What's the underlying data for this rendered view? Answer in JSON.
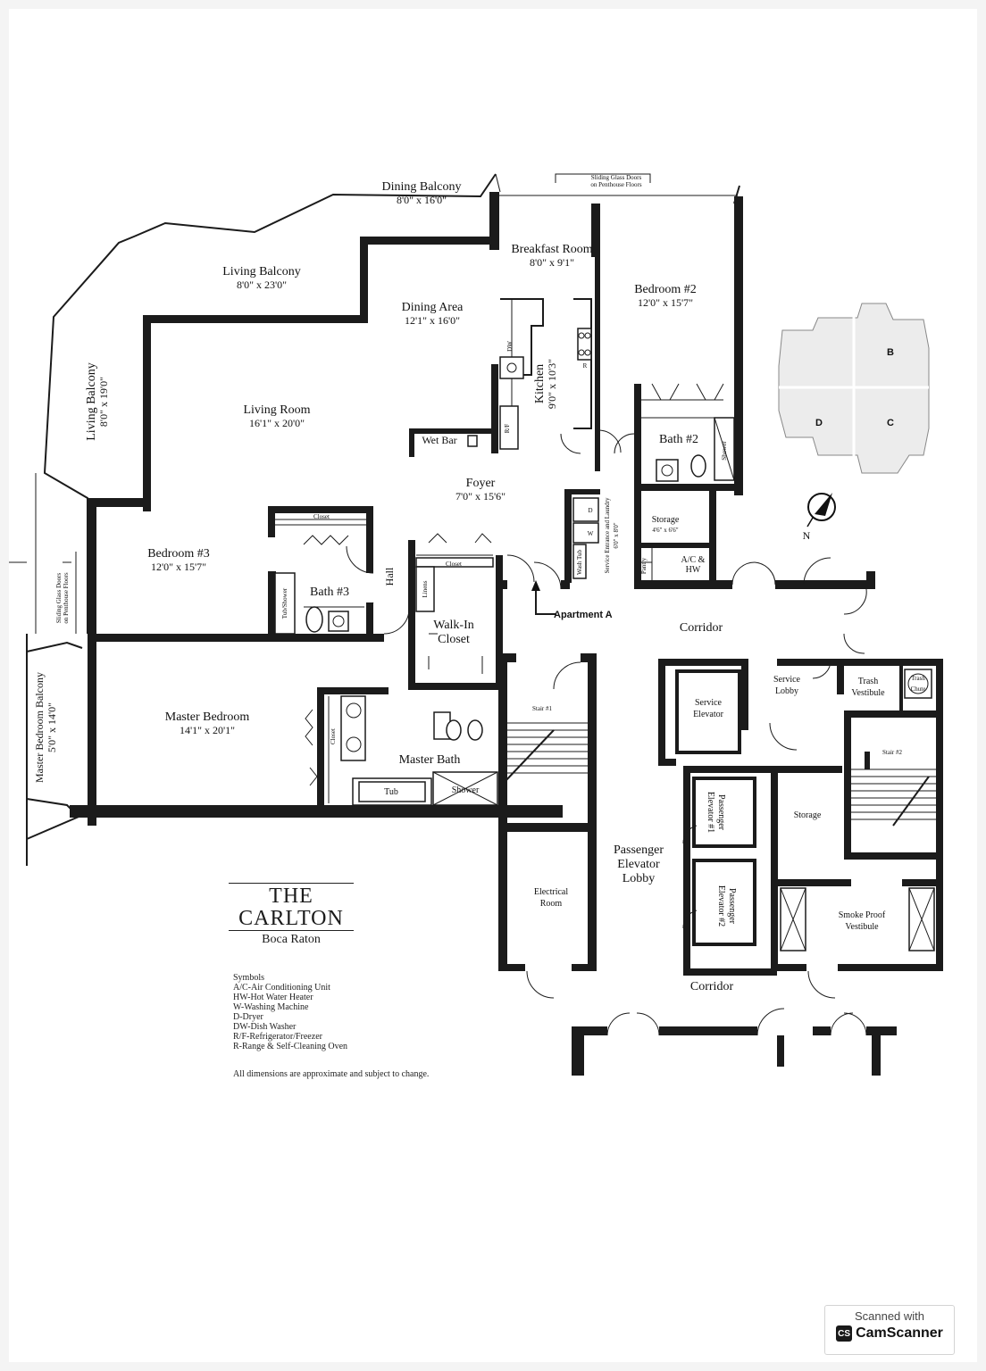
{
  "rooms": {
    "dining_balcony": {
      "name": "Dining Balcony",
      "dims": "8'0\" x 16'0\""
    },
    "living_balcony_top": {
      "name": "Living Balcony",
      "dims": "8'0\" x 23'0\""
    },
    "living_balcony_side": {
      "name": "Living Balcony",
      "dims": "8'0\" x 19'0\""
    },
    "breakfast_room": {
      "name": "Breakfast Room",
      "dims": "8'0\" x 9'1\""
    },
    "dining_area": {
      "name": "Dining Area",
      "dims": "12'1\" x 16'0\""
    },
    "bedroom2": {
      "name": "Bedroom #2",
      "dims": "12'0\" x 15'7\""
    },
    "living_room": {
      "name": "Living Room",
      "dims": "16'1\" x 20'0\""
    },
    "kitchen": {
      "name": "Kitchen",
      "dims": "9'0\" x 10'3\""
    },
    "foyer": {
      "name": "Foyer",
      "dims": "7'0\" x 15'6\""
    },
    "bedroom3": {
      "name": "Bedroom #3",
      "dims": "12'0\" x 15'7\""
    },
    "master_bedroom": {
      "name": "Master Bedroom",
      "dims": "14'1\" x 20'1\""
    },
    "master_balcony": {
      "name": "Master Bedroom Balcony",
      "dims": "5'0\" x 14'0\""
    },
    "storage_small": {
      "name": "Storage",
      "dims": "4'6\" x 6'6\""
    },
    "service_entrance": {
      "name": "Service Entrance and Laundry",
      "dims": "6'0\" x 8'0\""
    }
  },
  "labels": {
    "wet_bar": "Wet Bar",
    "dw": "DW",
    "rf": "R/F",
    "r": "R",
    "bath2": "Bath #2",
    "bath3": "Bath #3",
    "shower": "Shower",
    "closet": "Closet",
    "hall": "Hall",
    "linens": "Linens",
    "walk_in": "Walk-In",
    "walk_in2": "Closet",
    "tub_shower": "Tub/Shower",
    "master_bath": "Master Bath",
    "tub": "Tub",
    "ac_hw": "A/C &",
    "ac_hw2": "HW",
    "pantry": "Pantry",
    "wash": "Wash Tub",
    "w": "W",
    "d": "D",
    "apartment_a": "Apartment A",
    "corridor": "Corridor",
    "corridor2": "Corridor",
    "stair1": "Stair #1",
    "stair2": "Stair #2",
    "service_elevator": "Service",
    "service_elevator2": "Elevator",
    "service_lobby": "Service",
    "service_lobby2": "Lobby",
    "trash_vestibule": "Trash",
    "trash_vestibule2": "Vestibule",
    "trash_chute": "Trash",
    "trash_chute2": "Chute",
    "storage": "Storage",
    "passenger_lobby1": "Passenger",
    "passenger_lobby2": "Elevator",
    "passenger_lobby3": "Lobby",
    "pe1": "Passenger",
    "pe1b": "Elevator #1",
    "pe2": "Passenger",
    "pe2b": "Elevator #2",
    "electrical": "Electrical",
    "electrical2": "Room",
    "smoke1": "Smoke Proof",
    "smoke2": "Vestibule",
    "sliding_top": "Sliding Glass Doors",
    "sliding_top2": "on Penthouse Floors",
    "sliding_left": "Sliding Glass Doors",
    "sliding_left2": "on Penthouse Floors",
    "north": "N"
  },
  "key_plan": {
    "units": [
      "B",
      "D",
      "C"
    ]
  },
  "brand": {
    "line1": "THE",
    "line2": "CARLTON",
    "line3": "Boca Raton"
  },
  "legend": {
    "title": "Symbols",
    "items": [
      "A/C-Air Conditioning Unit",
      "HW-Hot Water Heater",
      "W-Washing Machine",
      "D-Dryer",
      "DW-Dish Washer",
      "R/F-Refrigerator/Freezer",
      "R-Range & Self-Cleaning Oven"
    ],
    "note": "All dimensions are approximate and subject to change."
  },
  "scanner": {
    "line1": "Scanned with",
    "badge": "CS",
    "name": "CamScanner"
  }
}
